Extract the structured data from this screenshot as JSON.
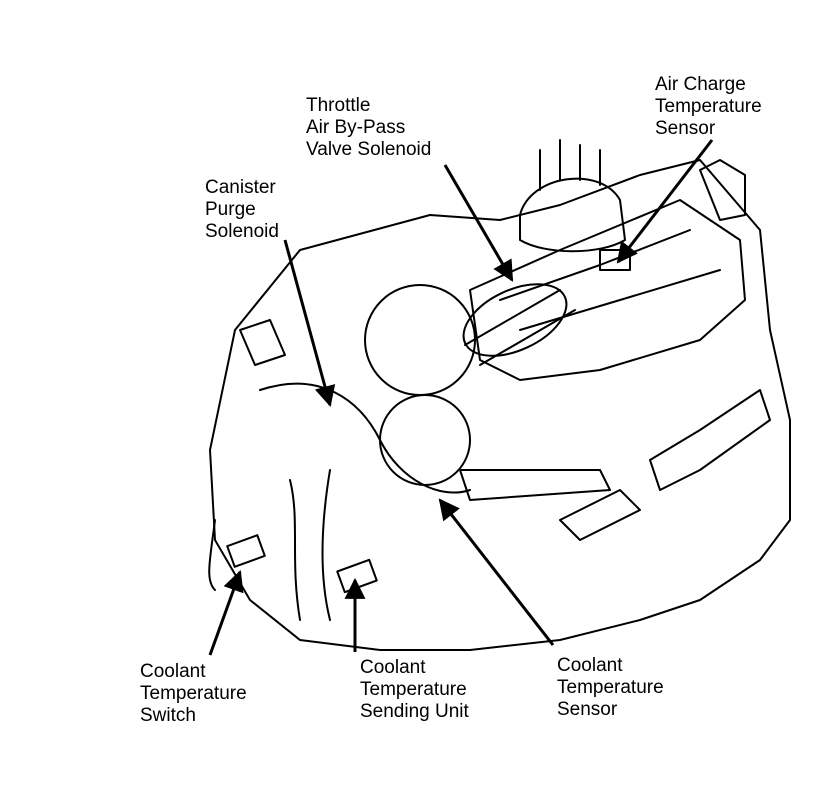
{
  "labels": {
    "throttle_bypass": [
      "Throttle",
      "Air By-Pass",
      "Valve Solenoid"
    ],
    "air_charge_sensor": [
      "Air Charge",
      "Temperature",
      "Sensor"
    ],
    "canister_purge": [
      "Canister",
      "Purge",
      "Solenoid"
    ],
    "coolant_temp_switch": [
      "Coolant",
      "Temperature",
      "Switch"
    ],
    "coolant_temp_sending_unit": [
      "Coolant",
      "Temperature",
      "Sending Unit"
    ],
    "coolant_temp_sensor": [
      "Coolant",
      "Temperature",
      "Sensor"
    ]
  }
}
